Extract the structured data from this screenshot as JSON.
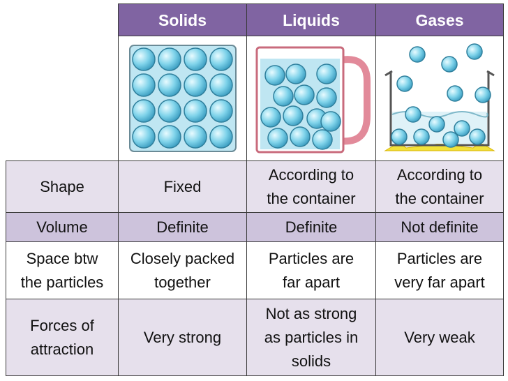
{
  "header": {
    "solids": "Solids",
    "liquids": "Liquids",
    "gases": "Gases"
  },
  "rows": [
    {
      "label": "Shape",
      "solids": "Fixed",
      "liquids": "According to\nthe container",
      "gases": "According to\nthe container"
    },
    {
      "label": "Volume",
      "solids": "Definite",
      "liquids": "Definite",
      "gases": "Not definite"
    },
    {
      "label": "Space btw\nthe particles",
      "solids": "Closely packed\ntogether",
      "liquids": "Particles are\nfar apart",
      "gases": "Particles are\nvery far apart"
    },
    {
      "label": "Forces of\nattraction",
      "solids": "Very strong",
      "liquids": "Not as strong\nas particles in\nsolids",
      "gases": "Very weak"
    }
  ],
  "colors": {
    "header_bg": "#8064a2",
    "row_light": "#e6e0ec",
    "row_mid": "#cdc3dc",
    "particle": "#7fd3ea",
    "liquid": "#bfe6f2",
    "container_pink": "#e28a9a"
  },
  "images": {
    "solids": "solid-particles-grid",
    "liquids": "liquid-particles-in-mug",
    "gases": "gas-particles-escaping-container"
  }
}
